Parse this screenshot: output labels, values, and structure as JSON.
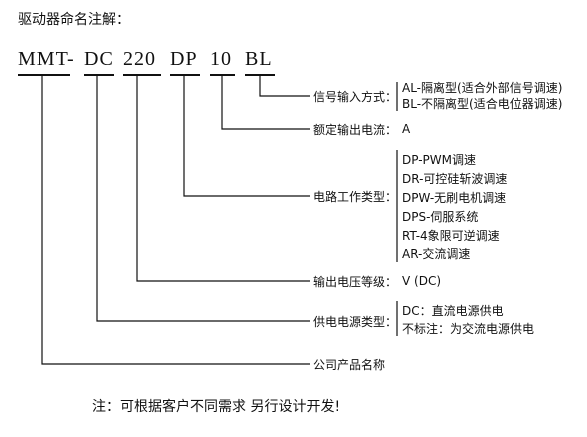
{
  "heading": "驱动器命名注解：",
  "code_segments": [
    "MMT-",
    "DC",
    "220",
    "DP",
    "10",
    "BL"
  ],
  "fields": [
    {
      "label": "信号输入方式：",
      "values": [
        "AL-隔离型(适合外部信号调速)",
        "BL-不隔离型(适合电位器调速)"
      ]
    },
    {
      "label": "额定输出电流：",
      "values": [
        "A"
      ]
    },
    {
      "label": "电路工作类型：",
      "values": [
        "DP-PWM调速",
        "DR-可控硅斩波调速",
        "DPW-无刷电机调速",
        "DPS-伺服系统",
        "RT-4象限可逆调速",
        "AR-交流调速"
      ]
    },
    {
      "label": "输出电压等级：",
      "values": [
        "V (DC)"
      ]
    },
    {
      "label": "供电电源类型：",
      "values": [
        "DC：直流电源供电",
        "不标注：为交流电源供电"
      ]
    },
    {
      "label": "公司产品名称",
      "values": []
    }
  ],
  "note": "注：可根据客户不同需求 另行设计开发!"
}
